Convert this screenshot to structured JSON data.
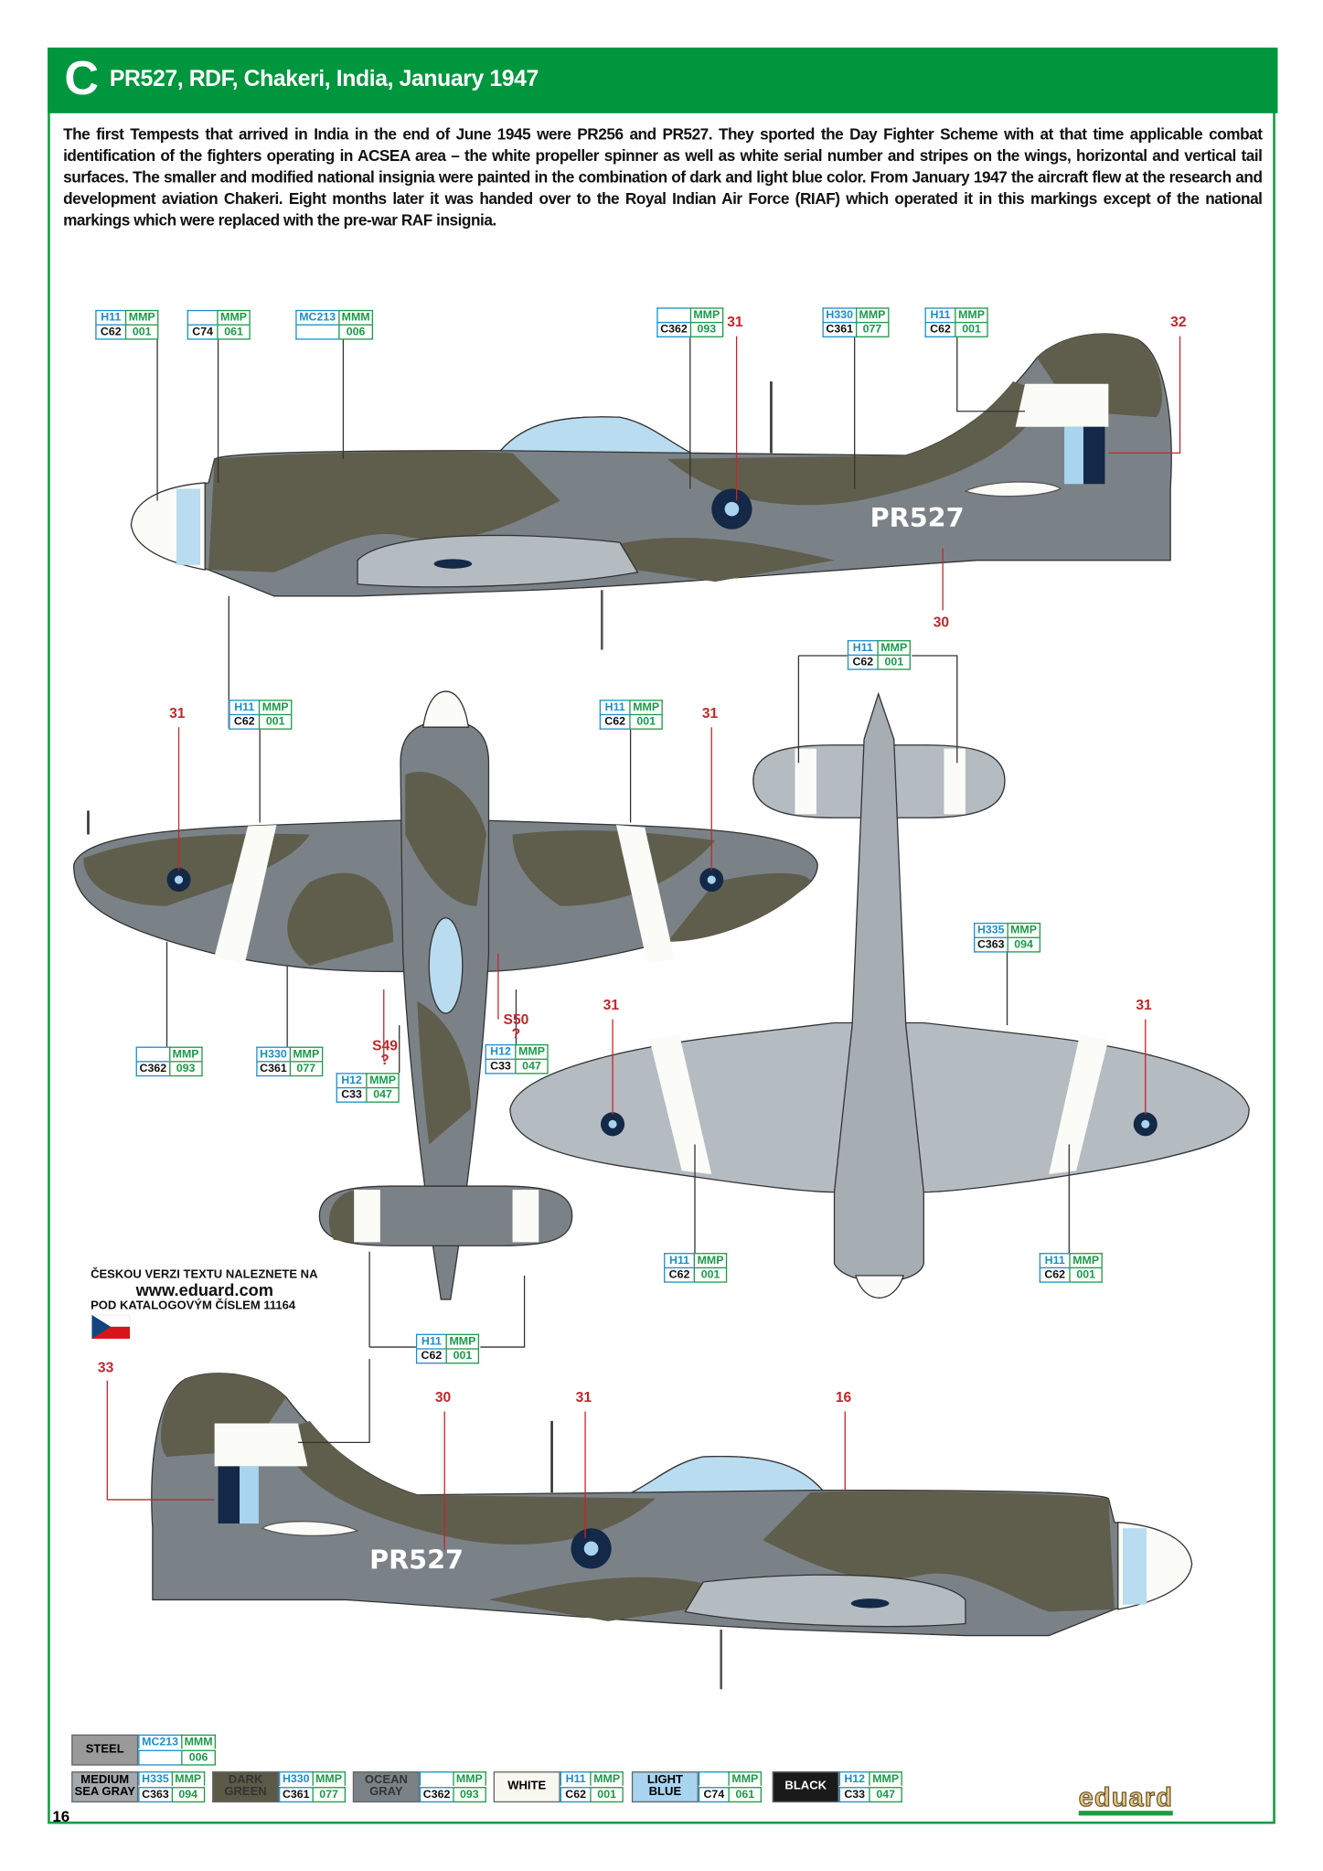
{
  "header": {
    "letter": "C",
    "title": "PR527, RDF, Chakeri, India, January 1947"
  },
  "description": "The first Tempests that arrived in India in the end of June 1945 were PR256 and PR527. They sported the Day Fighter Scheme with at that time applicable combat identification of the fighters operating in ACSEA area – the white propeller spinner as well as white serial number and stripes on the wings, horizontal and vertical tail surfaces. The smaller and modified national insignia were painted in the combination of dark and light blue color. From January 1947 the aircraft flew at the research and development aviation Chakeri. Eight months later it was handed over to the Royal Indian Air Force (RIAF) which operated it in this markings except of the national markings which were replaced with the pre-war RAF insignia.",
  "serial": "PR527",
  "callouts": [
    {
      "h": "H11",
      "m": "MMP",
      "c": "C62",
      "n": "001"
    },
    {
      "h": "",
      "m": "MMP",
      "c": "C74",
      "n": "061"
    },
    {
      "h": "MC213",
      "m": "MMM",
      "c": "",
      "n": "006"
    },
    {
      "h": "",
      "m": "MMP",
      "c": "C362",
      "n": "093"
    },
    {
      "h": "H330",
      "m": "MMP",
      "c": "C361",
      "n": "077"
    },
    {
      "h": "H11",
      "m": "MMP",
      "c": "C62",
      "n": "001"
    },
    {
      "h": "H11",
      "m": "MMP",
      "c": "C62",
      "n": "001"
    },
    {
      "h": "H11",
      "m": "MMP",
      "c": "C62",
      "n": "001"
    },
    {
      "h": "H11",
      "m": "MMP",
      "c": "C62",
      "n": "001"
    },
    {
      "h": "H335",
      "m": "MMP",
      "c": "C363",
      "n": "094"
    },
    {
      "h": "",
      "m": "MMP",
      "c": "C362",
      "n": "093"
    },
    {
      "h": "H330",
      "m": "MMP",
      "c": "C361",
      "n": "077"
    },
    {
      "h": "H12",
      "m": "MMP",
      "c": "C33",
      "n": "047"
    },
    {
      "h": "H12",
      "m": "MMP",
      "c": "C33",
      "n": "047"
    },
    {
      "h": "H11",
      "m": "MMP",
      "c": "C62",
      "n": "001"
    },
    {
      "h": "H11",
      "m": "MMP",
      "c": "C62",
      "n": "001"
    },
    {
      "h": "H11",
      "m": "MMP",
      "c": "C62",
      "n": "001"
    }
  ],
  "decals": [
    "31",
    "32",
    "30",
    "31",
    "31",
    "31",
    "31",
    "S49 ?",
    "S50 ?",
    "33",
    "30",
    "31",
    "16"
  ],
  "czech_note": {
    "line1": "ČESKOU VERZI TEXTU NALEZNETE NA",
    "url": "www.eduard.com",
    "line2": "POD KATALOGOVÝM ČÍSLEM 11164"
  },
  "legend": [
    {
      "name": "STEEL",
      "h": "MC213",
      "m": "MMM",
      "c": "",
      "n": "006",
      "color": "#9a9a9a"
    },
    {
      "name": "MEDIUM SEA GRAY",
      "h": "H335",
      "m": "MMP",
      "c": "C363",
      "n": "094",
      "color": "#a4a9ac"
    },
    {
      "name": "DARK GREEN",
      "h": "H330",
      "m": "MMP",
      "c": "C361",
      "n": "077",
      "color": "#5b5a48"
    },
    {
      "name": "OCEAN GRAY",
      "h": "",
      "m": "MMP",
      "c": "C362",
      "n": "093",
      "color": "#7b8287"
    },
    {
      "name": "WHITE",
      "h": "H11",
      "m": "MMP",
      "c": "C62",
      "n": "001",
      "color": "#f8f7f0"
    },
    {
      "name": "LIGHT BLUE",
      "h": "",
      "m": "MMP",
      "c": "C74",
      "n": "061",
      "color": "#a9d4ef"
    },
    {
      "name": "BLACK",
      "h": "H12",
      "m": "MMP",
      "c": "C33",
      "n": "047",
      "color": "#1a1a1a"
    }
  ],
  "page_number": "16",
  "logo": "eduard"
}
